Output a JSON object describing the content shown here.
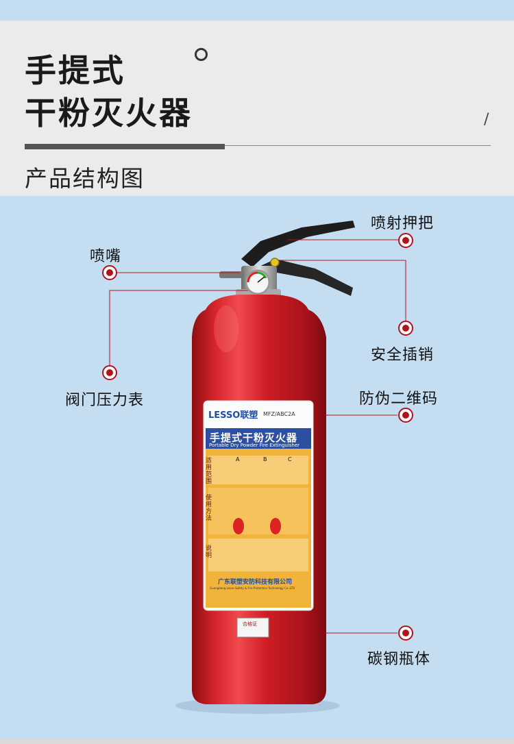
{
  "header": {
    "title_line1": "手提式",
    "title_line2": "干粉灭火器",
    "slash": "/",
    "subtitle": "产品结构图"
  },
  "callouts": {
    "spray_handle": "喷射押把",
    "nozzle": "喷嘴",
    "safety_pin": "安全插销",
    "valve_gauge": "阀门压力表",
    "qr_code": "防伪二维码",
    "steel_body": "碳钢瓶体"
  },
  "product_label": {
    "brand": "LESSO联塑",
    "model": "MFZ/ABC2A",
    "name_cn": "手提式干粉灭火器",
    "name_en": "Portable Dry Powder Fire Extinguisher",
    "company_cn": "广东联塑安防科技有限公司",
    "company_en": "Guangdong Lesso Safety & Fire Protection Technology Co.,LTD",
    "fire_classes": [
      "A",
      "B",
      "C"
    ],
    "section_use": "使用方法",
    "section_scope": "适用范围",
    "section_note": "说明",
    "cert_tag": "合格证"
  },
  "colors": {
    "accent_red": "#b4121b",
    "body_red": "#c8161d",
    "label_yellow": "#f2b33a",
    "label_blue": "#2d4fa0",
    "header_bg": "#ebebeb",
    "area_bg": "#c5ddf0"
  }
}
